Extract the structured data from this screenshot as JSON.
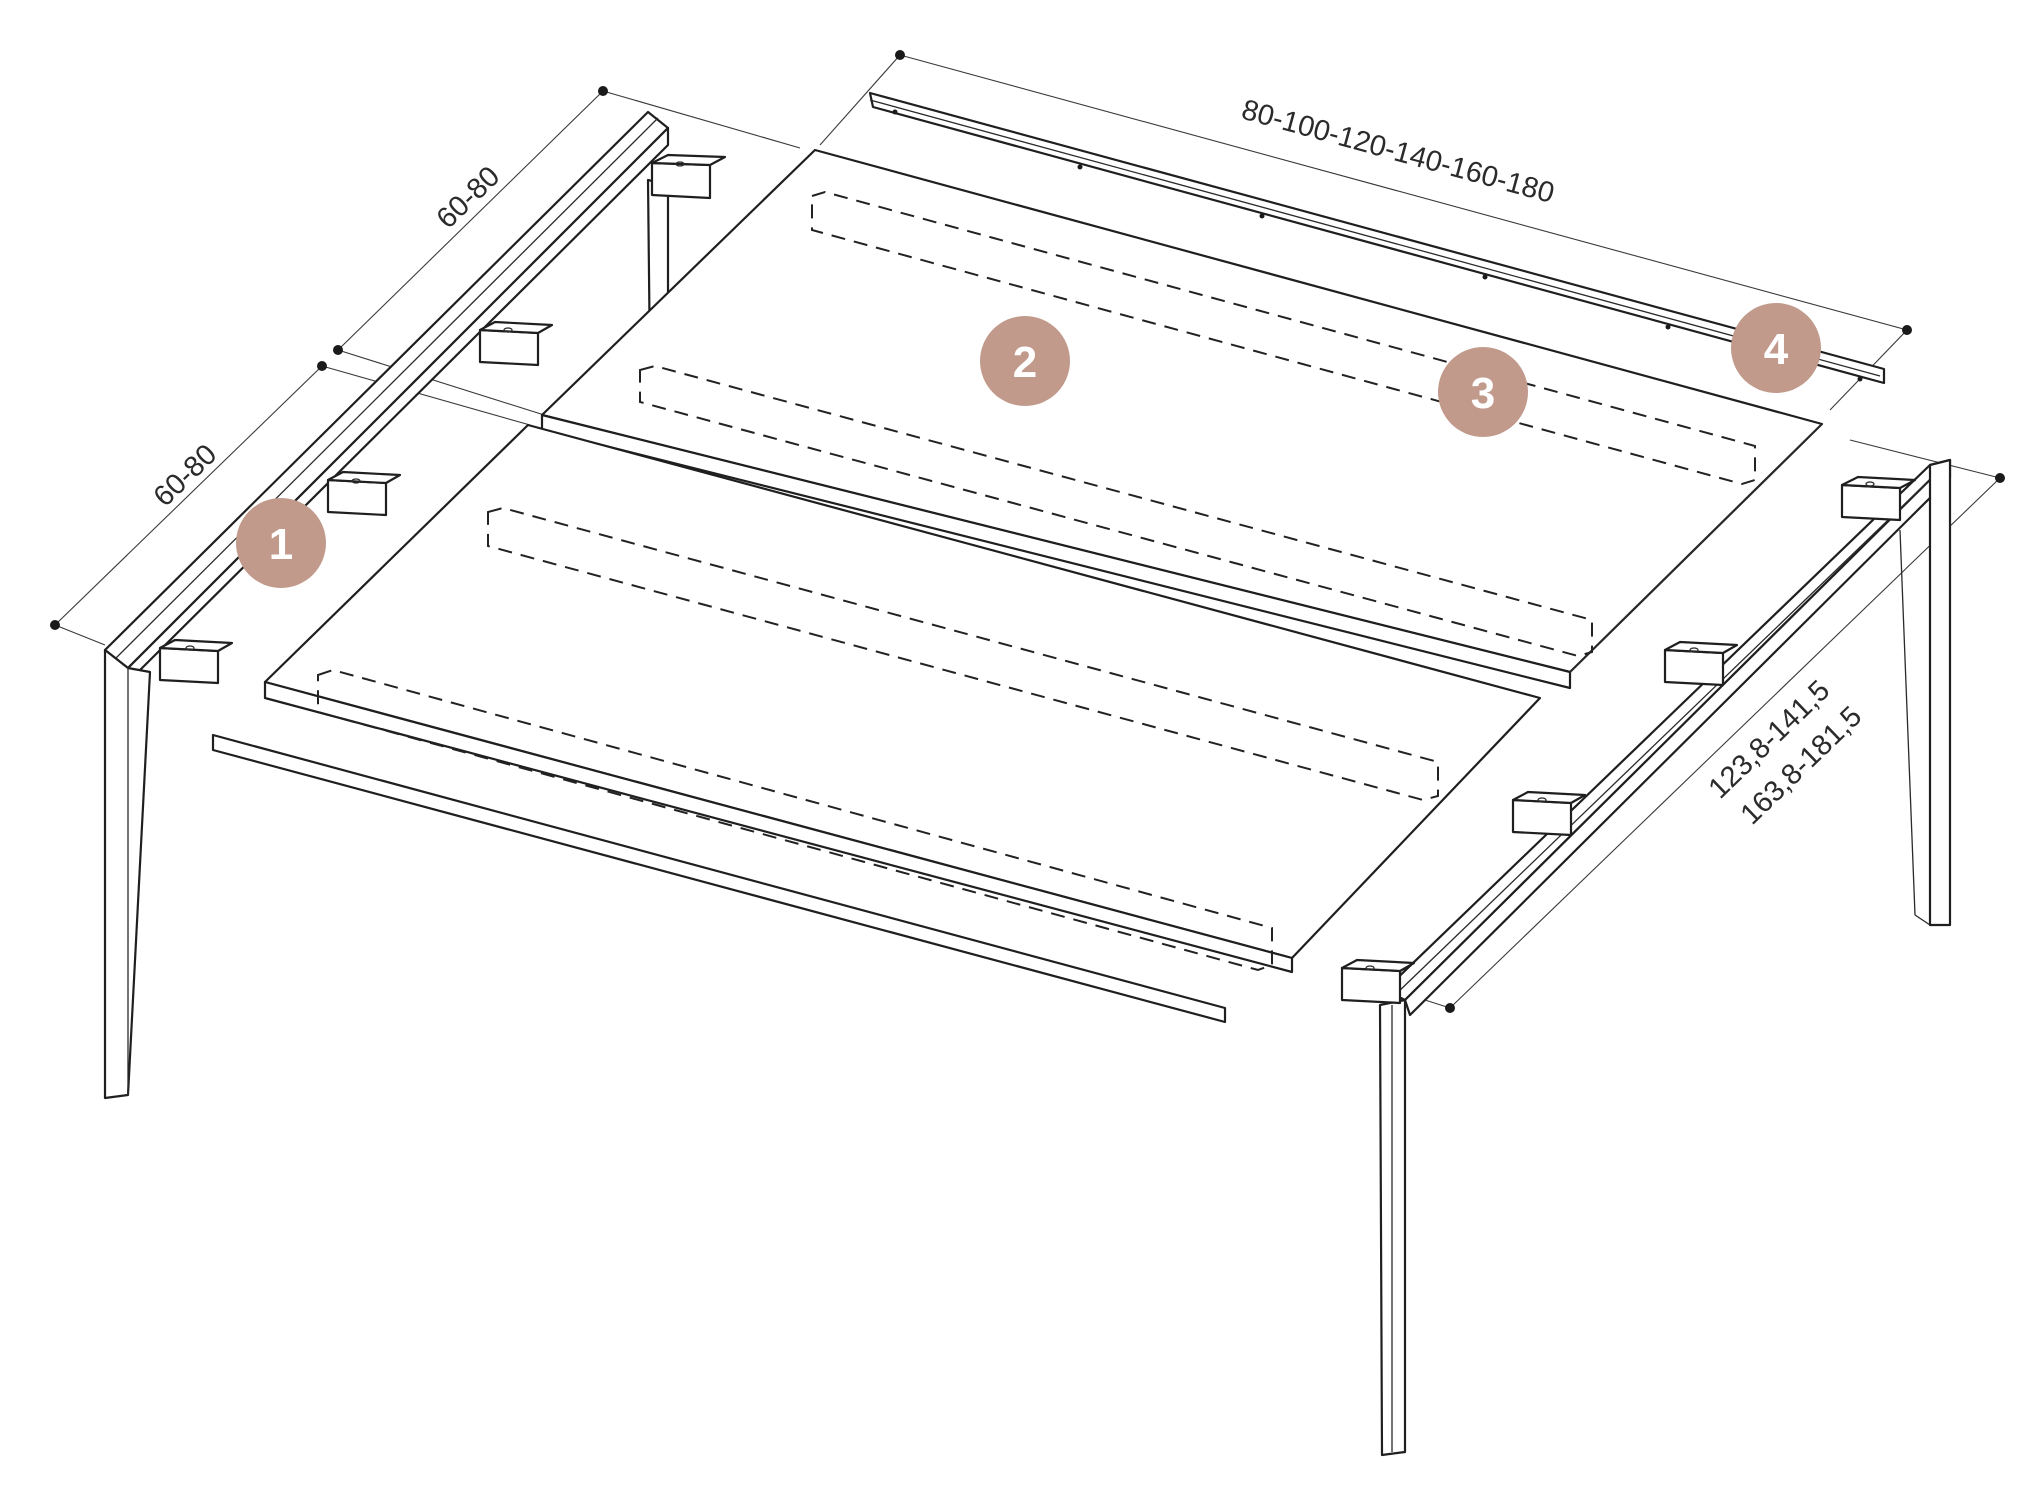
{
  "dimensions": {
    "length": "80-100-120-140-160-180",
    "depth_top": "60-80",
    "depth_left": "60-80",
    "extended_length_1": "123,8-141,5",
    "extended_length_2": "163,8-181,5"
  },
  "callouts": [
    {
      "label": "1"
    },
    {
      "label": "2"
    },
    {
      "label": "3"
    },
    {
      "label": "4"
    }
  ],
  "colors": {
    "badge": "#c19a8c",
    "lines": "#1f1f1f",
    "background": "#ffffff"
  }
}
